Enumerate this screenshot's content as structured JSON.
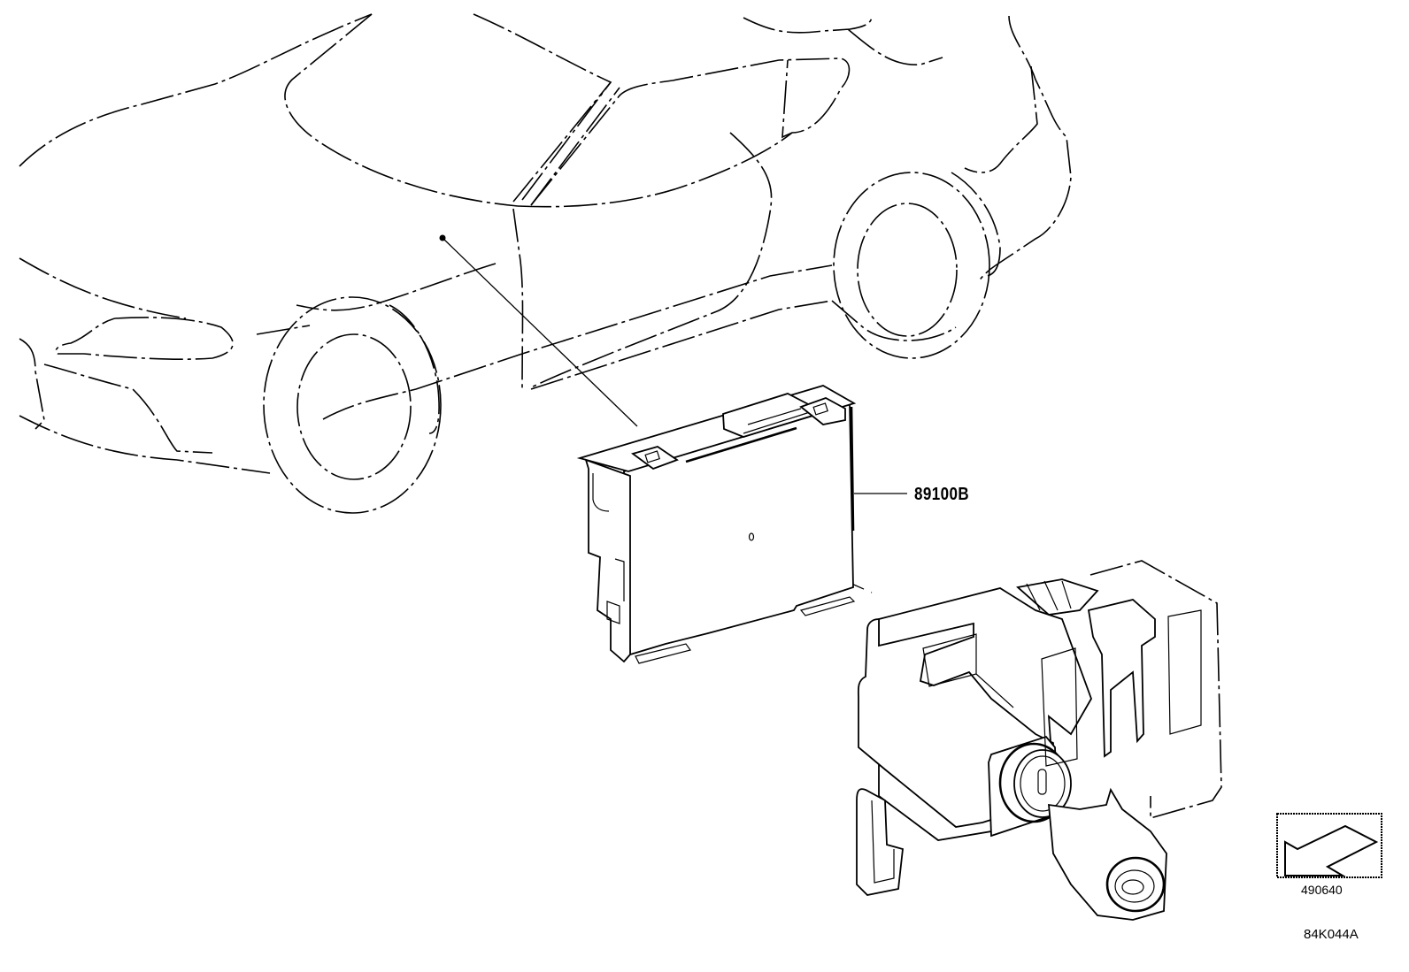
{
  "diagram": {
    "type": "automotive-parts-illustration",
    "subject": "vehicle outline with control module and ignition/immobilizer assembly",
    "parts": [
      {
        "callout": "89100B",
        "description": "electronic control module (box)"
      }
    ],
    "view_indicator": {
      "icon": "arrow-view-direction-icon",
      "code": "490640"
    },
    "figure_code": "84K044A",
    "colors": {
      "line": "#000000",
      "background": "#ffffff"
    }
  }
}
